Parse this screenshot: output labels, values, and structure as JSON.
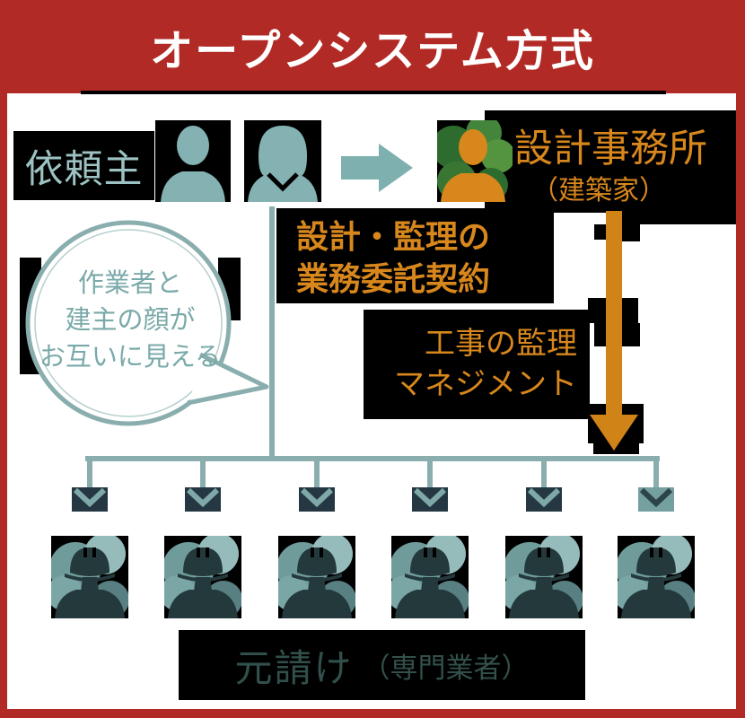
{
  "header": {
    "title": "オープンシステム方式"
  },
  "client": {
    "label": "依頼主"
  },
  "design_office": {
    "name": "設計事務所",
    "subtitle": "（建築家）"
  },
  "contract": {
    "line1": "設計・監理の",
    "line2": "業務委託契約"
  },
  "speech_bubble": {
    "line1": "作業者と",
    "line2": "建主の顔が",
    "line3": "お互いに見える"
  },
  "management": {
    "line1": "工事の監理",
    "line2": "マネジメント"
  },
  "prime_contractor": {
    "label_main": "元請け",
    "label_sub": "（専門業者）",
    "worker_count": 6
  },
  "icons": {
    "client_icons": [
      "male-person-icon",
      "female-person-icon"
    ],
    "flow_icons": [
      "right-arrow-icon",
      "down-arrow-icon"
    ],
    "architect": "architect-person-icon",
    "branch_icons": "envelope-icon",
    "worker_icons": "construction-worker-icon"
  },
  "colors": {
    "frame_red": "#b22a25",
    "panel_black": "#000000",
    "teal_icon": "#84b1b2",
    "teal_line": "#8aaeae",
    "teal_text": "#9cc2c2",
    "orange_text": "#d8871c",
    "orange_arrow": "#d08418",
    "bottom_text": "#32504b",
    "architect_green": "#3a7633"
  }
}
